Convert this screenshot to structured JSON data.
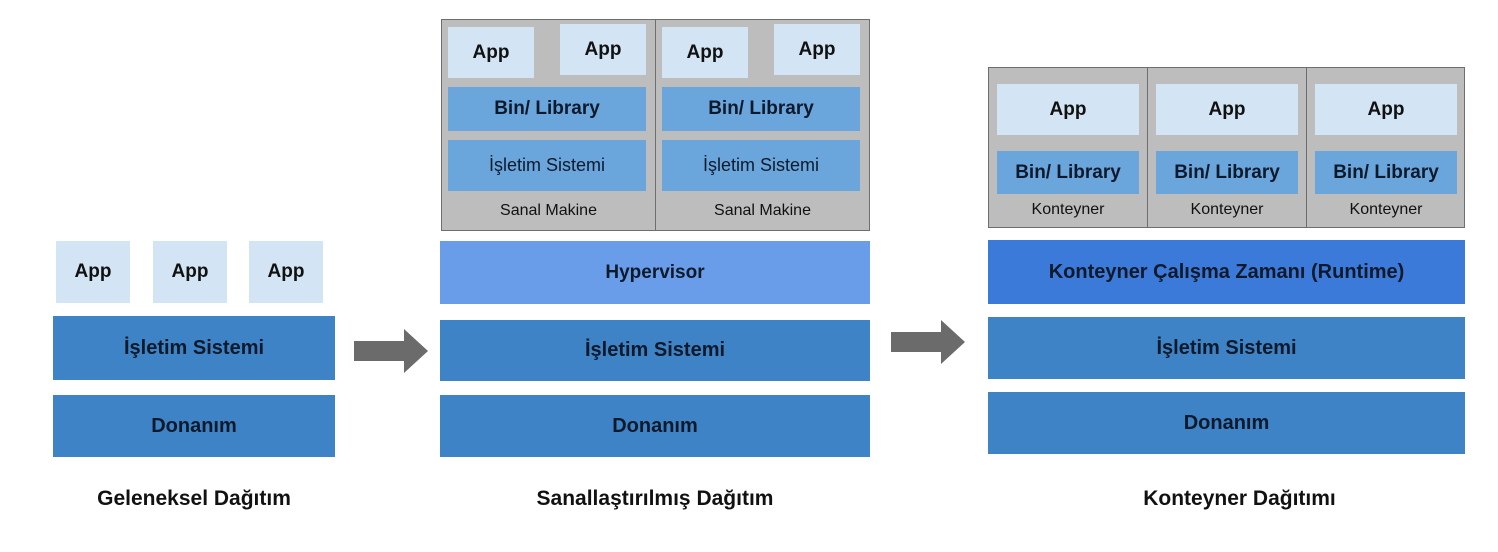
{
  "traditional": {
    "apps": [
      "App",
      "App",
      "App"
    ],
    "os": "İşletim Sistemi",
    "hardware": "Donanım",
    "caption": "Geleneksel Dağıtım"
  },
  "virtualized": {
    "vms": [
      {
        "apps": [
          "App",
          "App"
        ],
        "library": "Bin/ Library",
        "os": "İşletim Sistemi",
        "label": "Sanal Makine"
      },
      {
        "apps": [
          "App",
          "App"
        ],
        "library": "Bin/ Library",
        "os": "İşletim Sistemi",
        "label": "Sanal Makine"
      }
    ],
    "hypervisor": "Hypervisor",
    "os": "İşletim Sistemi",
    "hardware": "Donanım",
    "caption": "Sanallaştırılmış Dağıtım"
  },
  "container": {
    "containers": [
      {
        "app": "App",
        "library": "Bin/ Library",
        "label": "Konteyner"
      },
      {
        "app": "App",
        "library": "Bin/ Library",
        "label": "Konteyner"
      },
      {
        "app": "App",
        "library": "Bin/ Library",
        "label": "Konteyner"
      }
    ],
    "runtime": "Konteyner Çalışma Zamanı (Runtime)",
    "os": "İşletim Sistemi",
    "hardware": "Donanım",
    "caption": "Konteyner Dağıtımı"
  },
  "colors": {
    "app": "#d3e4f4",
    "layer": "#3d83c6",
    "hypervisor": "#6a9de9",
    "runtime": "#3c7ad9",
    "library": "#6aa5dc",
    "frame": "#bdbdbd",
    "arrow": "#6b6b6b"
  }
}
